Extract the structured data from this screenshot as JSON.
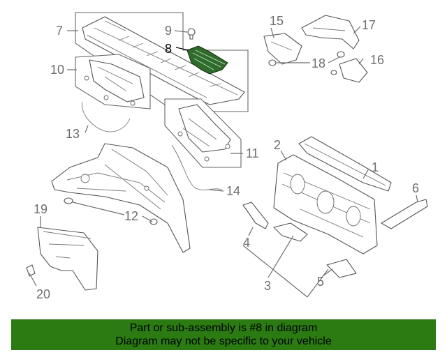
{
  "diagram": {
    "highlighted_part": "8",
    "highlight_color": "#2f6b2a",
    "callouts": {
      "c1": "1",
      "c2": "2",
      "c3": "3",
      "c4": "4",
      "c5": "5",
      "c6": "6",
      "c7": "7",
      "c8": "8",
      "c9": "9",
      "c10": "10",
      "c11": "11",
      "c12": "12",
      "c13": "13",
      "c14": "14",
      "c15": "15",
      "c16": "16",
      "c17": "17",
      "c18": "18",
      "c19": "19",
      "c20": "20"
    }
  },
  "banner": {
    "line1": "Part or sub-assembly is #8 in diagram",
    "line2": "Diagram may not be specific to your vehicle",
    "background": "#2b7a12"
  }
}
